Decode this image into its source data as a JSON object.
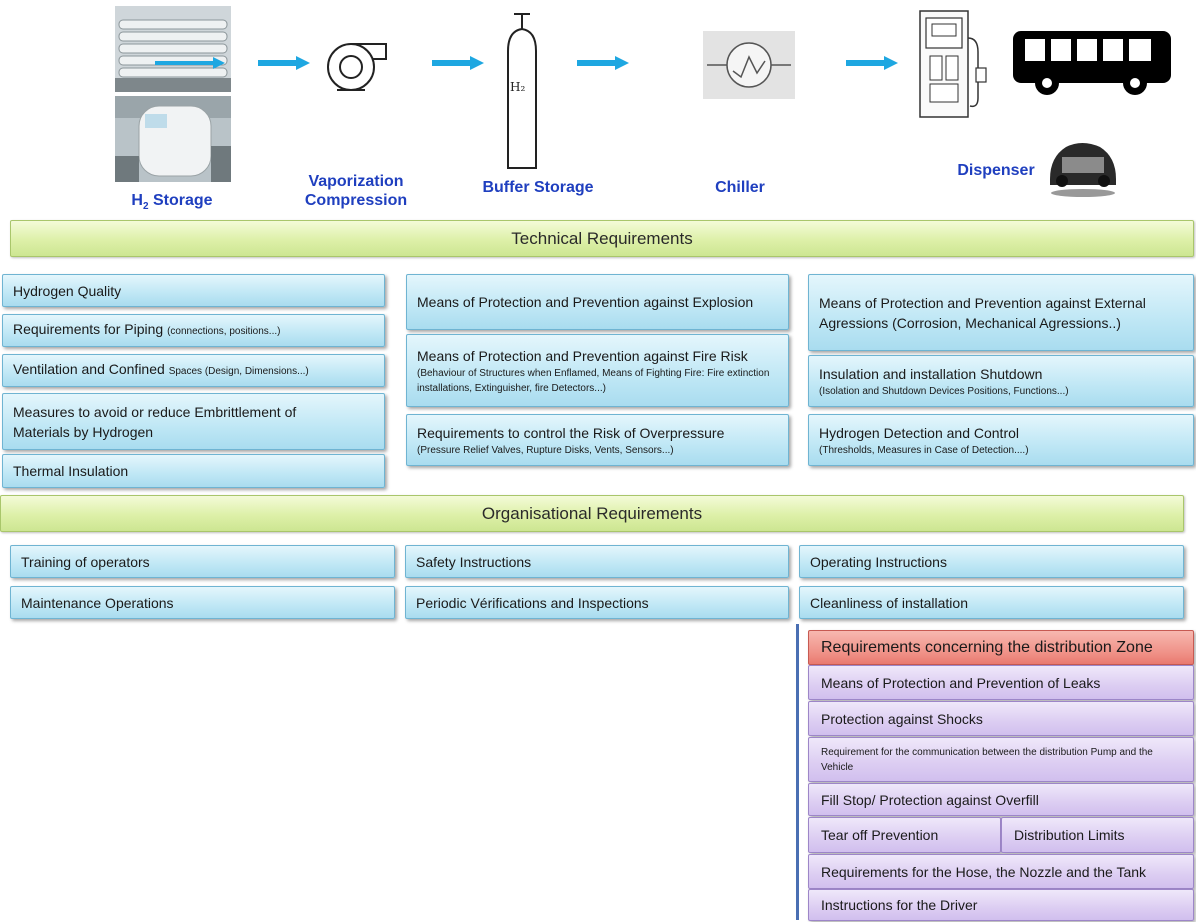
{
  "stages": {
    "h2_storage": {
      "label_main": "H",
      "label_sub": "2",
      "label_rest": " Storage"
    },
    "vaporization": {
      "line1": "Vaporization",
      "line2": "Compression"
    },
    "buffer": {
      "label": "Buffer Storage",
      "cylinder_text": "H₂"
    },
    "chiller": {
      "label": "Chiller"
    },
    "dispenser": {
      "label": "Dispenser"
    }
  },
  "technical": {
    "title": "Technical Requirements",
    "col1": [
      {
        "text": "Hydrogen Quality"
      },
      {
        "text": "Requirements for Piping ",
        "small": "(connections, positions...)"
      },
      {
        "text": "Ventilation and Confined ",
        "small": "Spaces (Design, Dimensions...)"
      },
      {
        "text": "Measures to avoid or reduce Embrittlement of Materials by Hydrogen"
      },
      {
        "text": "Thermal Insulation"
      }
    ],
    "col2": [
      {
        "text": "Means of Protection and Prevention  against Explosion"
      },
      {
        "text": "Means of Protection and Prevention  against Fire Risk",
        "small": "(Behaviour of Structures when Enflamed, Means of Fighting Fire: Fire extinction installations, Extinguisher, fire Detectors...)"
      },
      {
        "text": "Requirements to control the Risk of Overpressure",
        "small": "(Pressure Relief Valves, Rupture Disks, Vents, Sensors...)"
      }
    ],
    "col3": [
      {
        "text": "Means of Protection and Prevention  against External Agressions (Corrosion, Mechanical Agressions..)"
      },
      {
        "text": "Insulation and installation Shutdown",
        "small": "(Isolation and Shutdown Devices Positions, Functions...)"
      },
      {
        "text": "Hydrogen Detection and Control",
        "small": "(Thresholds, Measures  in Case of Detection....)"
      }
    ]
  },
  "organisational": {
    "title": "Organisational Requirements",
    "items": [
      "Training of operators",
      "Safety Instructions",
      "Operating Instructions",
      "Maintenance Operations",
      "Periodic Vérifications and Inspections",
      "Cleanliness of installation"
    ]
  },
  "distribution": {
    "title": "Requirements concerning the distribution Zone",
    "items": [
      "Means of Protection and Prevention of Leaks",
      "Protection against Shocks",
      "Requirement  for the communication between the distribution Pump and the Vehicle",
      "Fill Stop/ Protection against Overfill",
      "Tear off Prevention",
      "Distribution Limits",
      "Requirements for the Hose, the Nozzle and the Tank",
      "Instructions for the Driver"
    ]
  },
  "colors": {
    "arrow": "#1ea7e1",
    "label_blue": "#1f3fbf",
    "band_green": "#ddf0a8",
    "box_blue": "#bfe7f5",
    "box_purple": "#dccdf2",
    "box_red": "#ef8f85"
  }
}
